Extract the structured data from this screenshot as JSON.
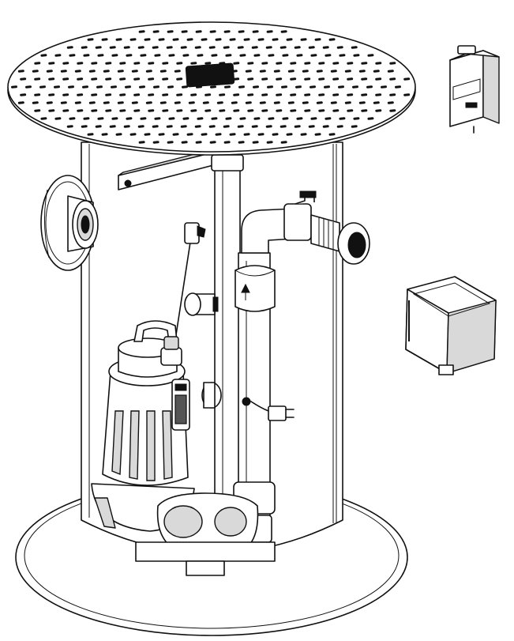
{
  "illustration": {
    "components": [
      {
        "id": "lid",
        "icon": "perforated-basin-lid-icon"
      },
      {
        "id": "basin",
        "icon": "cylindrical-basin-icon"
      },
      {
        "id": "inlet",
        "icon": "inlet-hub-icon"
      },
      {
        "id": "pump",
        "icon": "submersible-pump-icon"
      },
      {
        "id": "discharge",
        "icon": "discharge-pipe-icon"
      },
      {
        "id": "check-valve",
        "icon": "check-valve-icon"
      },
      {
        "id": "ball-valve",
        "icon": "ball-valve-icon"
      },
      {
        "id": "float-switch",
        "icon": "float-switch-icon"
      },
      {
        "id": "control-box-small",
        "icon": "control-box-icon"
      },
      {
        "id": "control-box-large",
        "icon": "alarm-panel-icon"
      }
    ],
    "colors": {
      "line": "#111111",
      "fill": "#ffffff",
      "shade": "#d9d9d9",
      "dark": "#555555"
    }
  }
}
